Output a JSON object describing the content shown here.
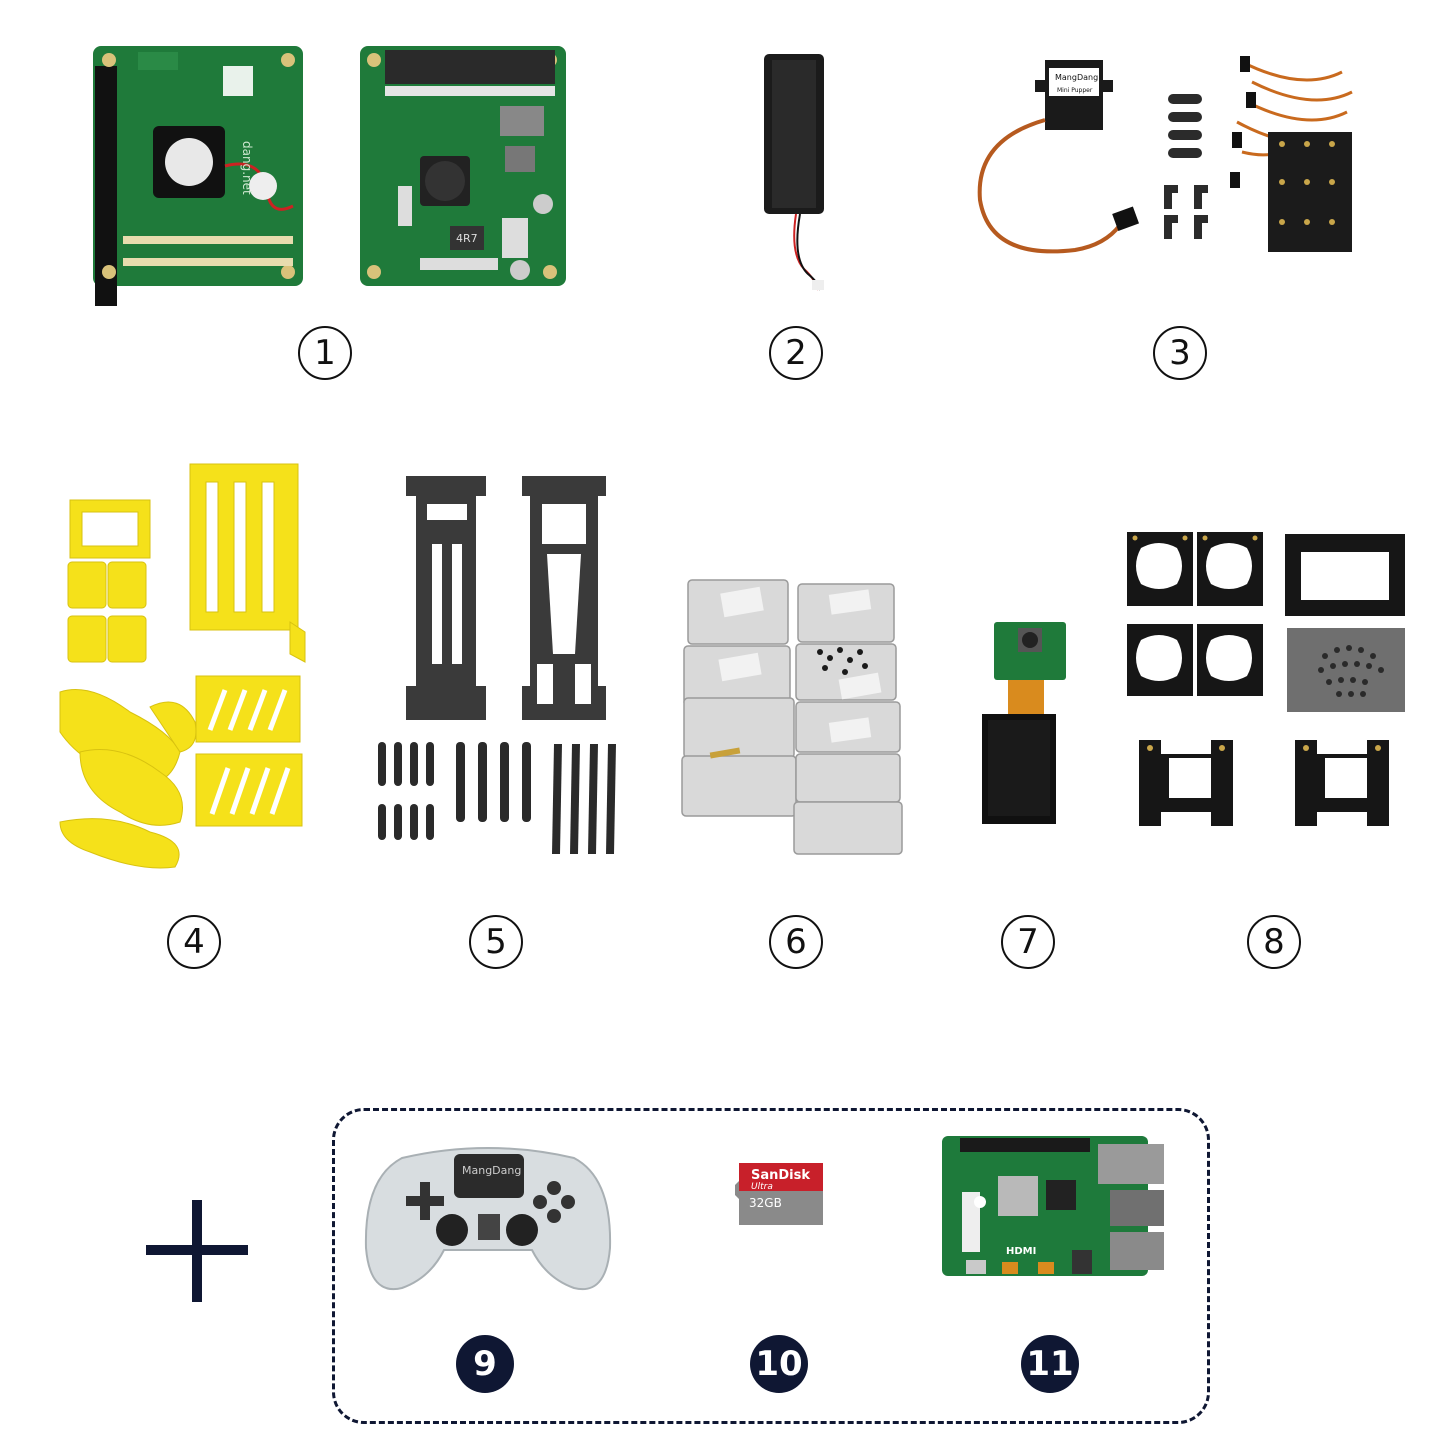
{
  "badges": {
    "b1": "1",
    "b2": "2",
    "b3": "3",
    "b4": "4",
    "b5": "5",
    "b6": "6",
    "b7": "7",
    "b8": "8",
    "b9": "9",
    "b10": "10",
    "b11": "11"
  },
  "product_text": {
    "servo_brand": "MangDang",
    "servo_model": "Mini Pupper",
    "controller_brand": "MangDang",
    "sd_brand": "SanDisk",
    "sd_line": "Ultra",
    "sd_capacity": "32GB",
    "pcb_site": "dang.net",
    "pcb_inductor": "4R7",
    "pi_ports": "HDMI"
  },
  "colors": {
    "pcb_green": "#1f7a3a",
    "yellow_parts": "#f5e11a",
    "badge_dark": "#0f1733",
    "sd_red": "#c8202a"
  }
}
